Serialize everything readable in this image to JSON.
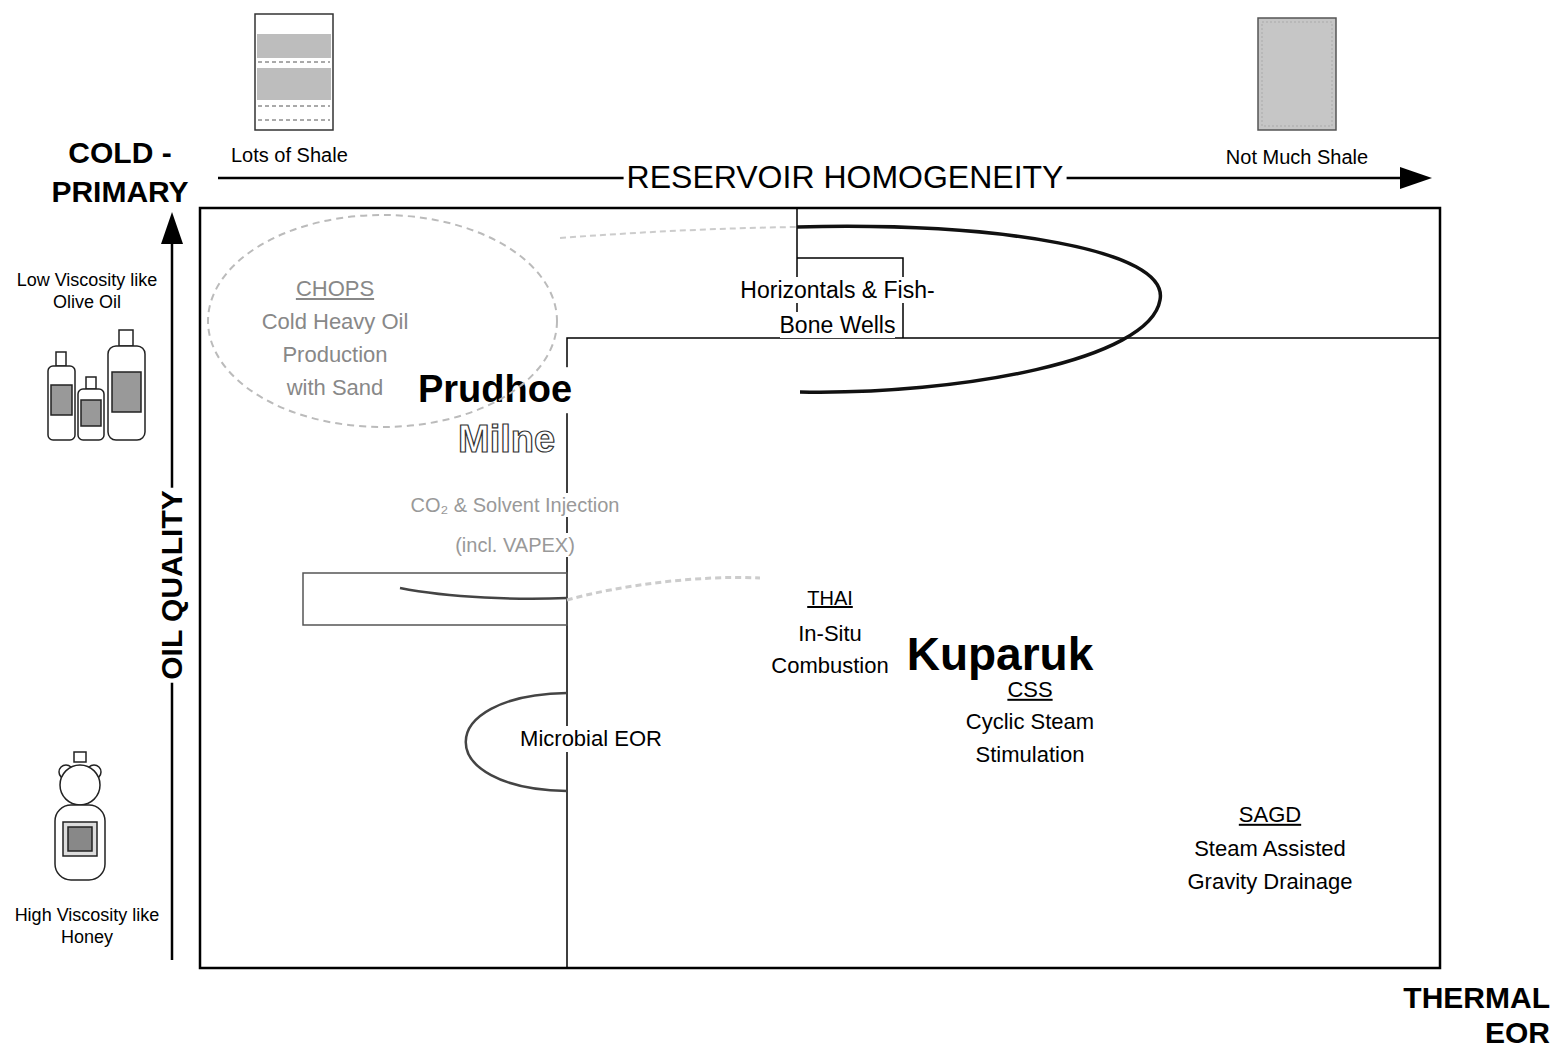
{
  "diagram": {
    "nodes": [
      {
        "text": [
          "CHOPS",
          "Cold Heavy Oil Production with Sand"
        ]
      },
      {
        "text": [
          "Horizontals & Fish-Bone Wells"
        ]
      },
      {
        "text": [
          "Microbial EOR"
        ]
      }
    ],
    "labels": [
      "COLD - PRIMARY",
      "Lots of Shale",
      "RESERVOIR HOMOGENEITY",
      "Not Much Shale",
      "Low Viscosity like Olive Oil",
      "OIL QUALITY",
      "High Viscosity like Honey",
      "Prudhoe",
      "Milne",
      "CO₂ & Solvent Injection",
      "(incl. VAPEX)",
      "THAI",
      "In-Situ Combustion",
      "Kuparuk",
      "CSS",
      "Cyclic Steam Stimulation",
      "SAGD",
      "Steam Assisted Gravity Drainage",
      "THERMAL EOR"
    ]
  }
}
